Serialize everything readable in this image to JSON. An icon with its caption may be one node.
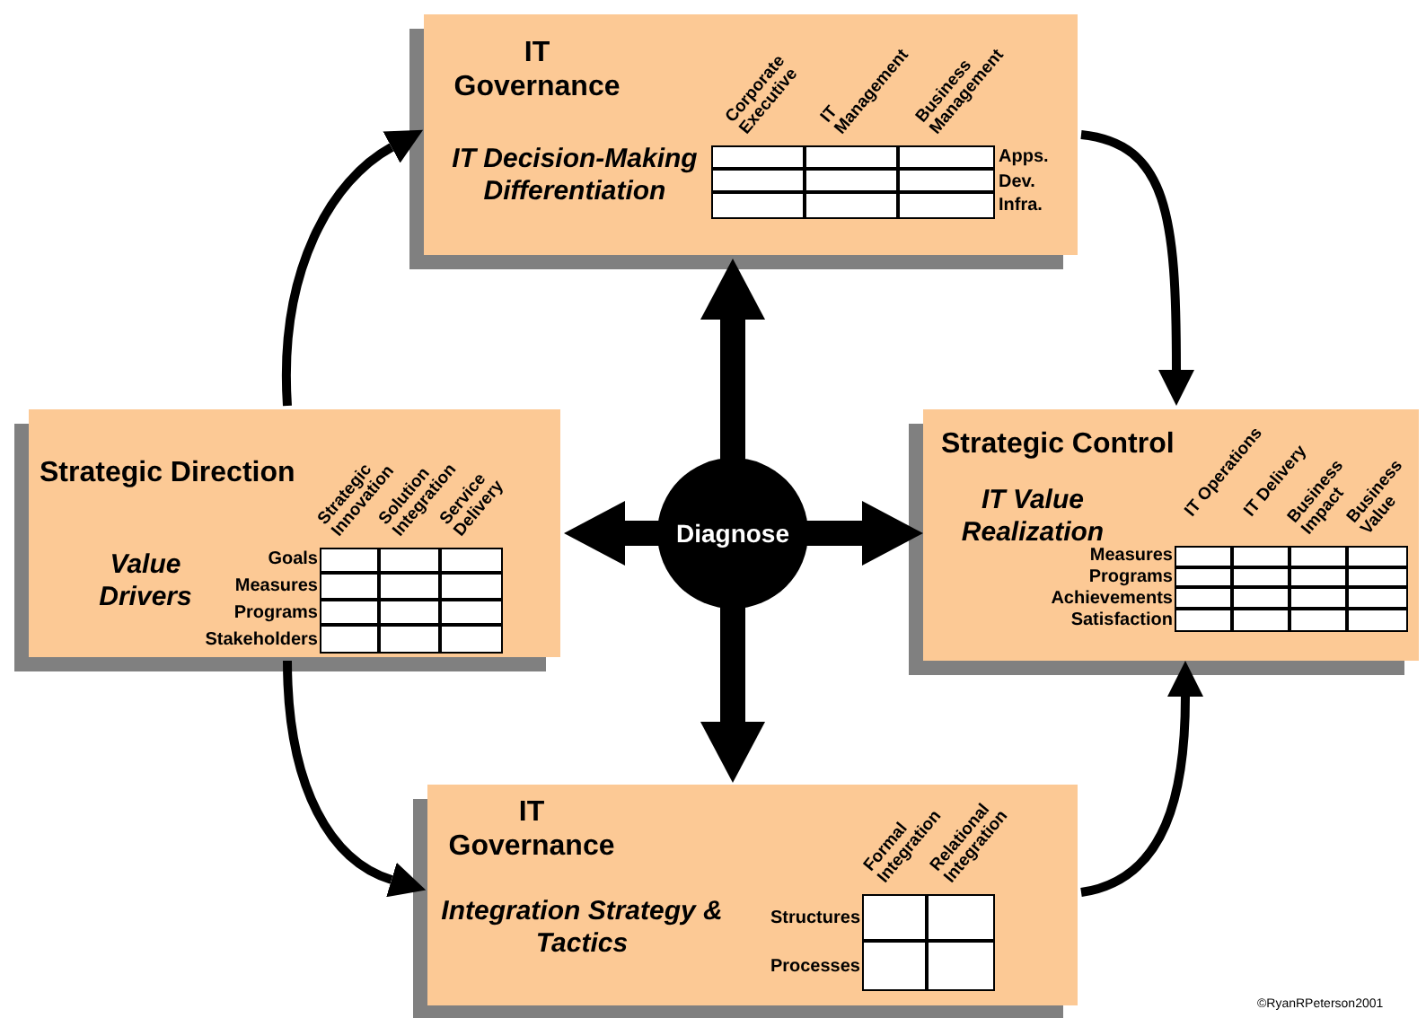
{
  "diagram": {
    "nodes": [
      {
        "text": [
          "IT Governance",
          "IT Decision-Making Differentiation"
        ]
      },
      {
        "text": [
          "Strategic Direction",
          "Value Drivers"
        ]
      },
      {
        "text": [
          "Diagnose"
        ]
      },
      {
        "text": [
          "Strategic Control",
          "IT Value Realization"
        ]
      },
      {
        "text": [
          "IT Governance",
          "Integration Strategy & Tactics"
        ]
      }
    ],
    "edges": [
      {
        "from": 1,
        "to": 0,
        "arrow": "to"
      },
      {
        "from": 0,
        "to": 3,
        "arrow": "to"
      },
      {
        "from": 1,
        "to": 4,
        "arrow": "to"
      },
      {
        "from": 4,
        "to": 3,
        "arrow": "to"
      },
      {
        "from": 2,
        "to": 0,
        "arrow": "to",
        "style": "thick"
      },
      {
        "from": 2,
        "to": 1,
        "arrow": "to",
        "style": "thick"
      },
      {
        "from": 2,
        "to": 3,
        "arrow": "to",
        "style": "thick"
      },
      {
        "from": 2,
        "to": 4,
        "arrow": "to",
        "style": "thick"
      }
    ],
    "labels": [
      "Corporate Executive",
      "IT Management",
      "Business Management",
      "Apps.",
      "Dev.",
      "Infra.",
      "Strategic Innovation",
      "Solution Integration",
      "Service Delivery",
      "Goals",
      "Measures",
      "Programs",
      "Stakeholders",
      "IT Operations",
      "IT Delivery",
      "Business Impact",
      "Business Value",
      "Measures",
      "Programs",
      "Achievements",
      "Satisfaction",
      "Formal Integration",
      "Relational Integration",
      "Structures",
      "Processes",
      "©RyanRPeterson2001"
    ]
  }
}
